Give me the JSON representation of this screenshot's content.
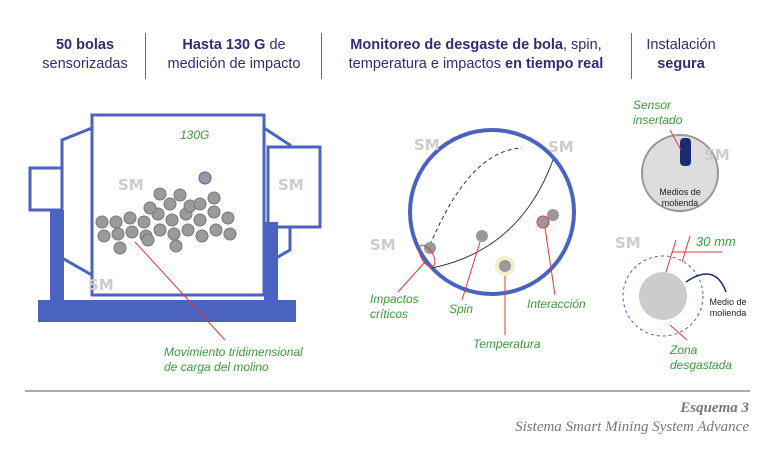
{
  "header": {
    "col1": {
      "bold": "50 bolas",
      "rest": "sensorizadas"
    },
    "col2": {
      "bold": "Hasta 130 G",
      "rest1": " de",
      "rest2": "medición de impacto"
    },
    "col3": {
      "bold1": "Monitoreo de desgaste de bola",
      "rest1": ", spin,",
      "rest2": "temperatura e impactos ",
      "bold2": "en tiempo real"
    },
    "col4": {
      "rest": "Instalación",
      "bold": "segura"
    }
  },
  "mill": {
    "g_label": "130G",
    "caption1": "Movimiento tridimensional",
    "caption2": "de carga del molino"
  },
  "circle": {
    "impactos1": "Impactos",
    "impactos2": "críticos",
    "spin": "Spin",
    "temperatura": "Temperatura",
    "interaccion": "Interacción"
  },
  "sensor": {
    "label1": "Sensor",
    "label2": "insertado",
    "ball1": "Medios de",
    "ball2": "molienda"
  },
  "wear": {
    "dim": "30 mm",
    "medio1": "Medio de",
    "medio2": "molienda",
    "zona1": "Zona",
    "zona2": "desgastada"
  },
  "watermark": "SM",
  "caption": {
    "title": "Esquema 3",
    "subtitle": "Sistema Smart Mining System Advance"
  },
  "colors": {
    "navy": "#2f2d73",
    "blue": "#4a62c0",
    "green": "#3a9a3a",
    "red": "#e03a3a"
  }
}
